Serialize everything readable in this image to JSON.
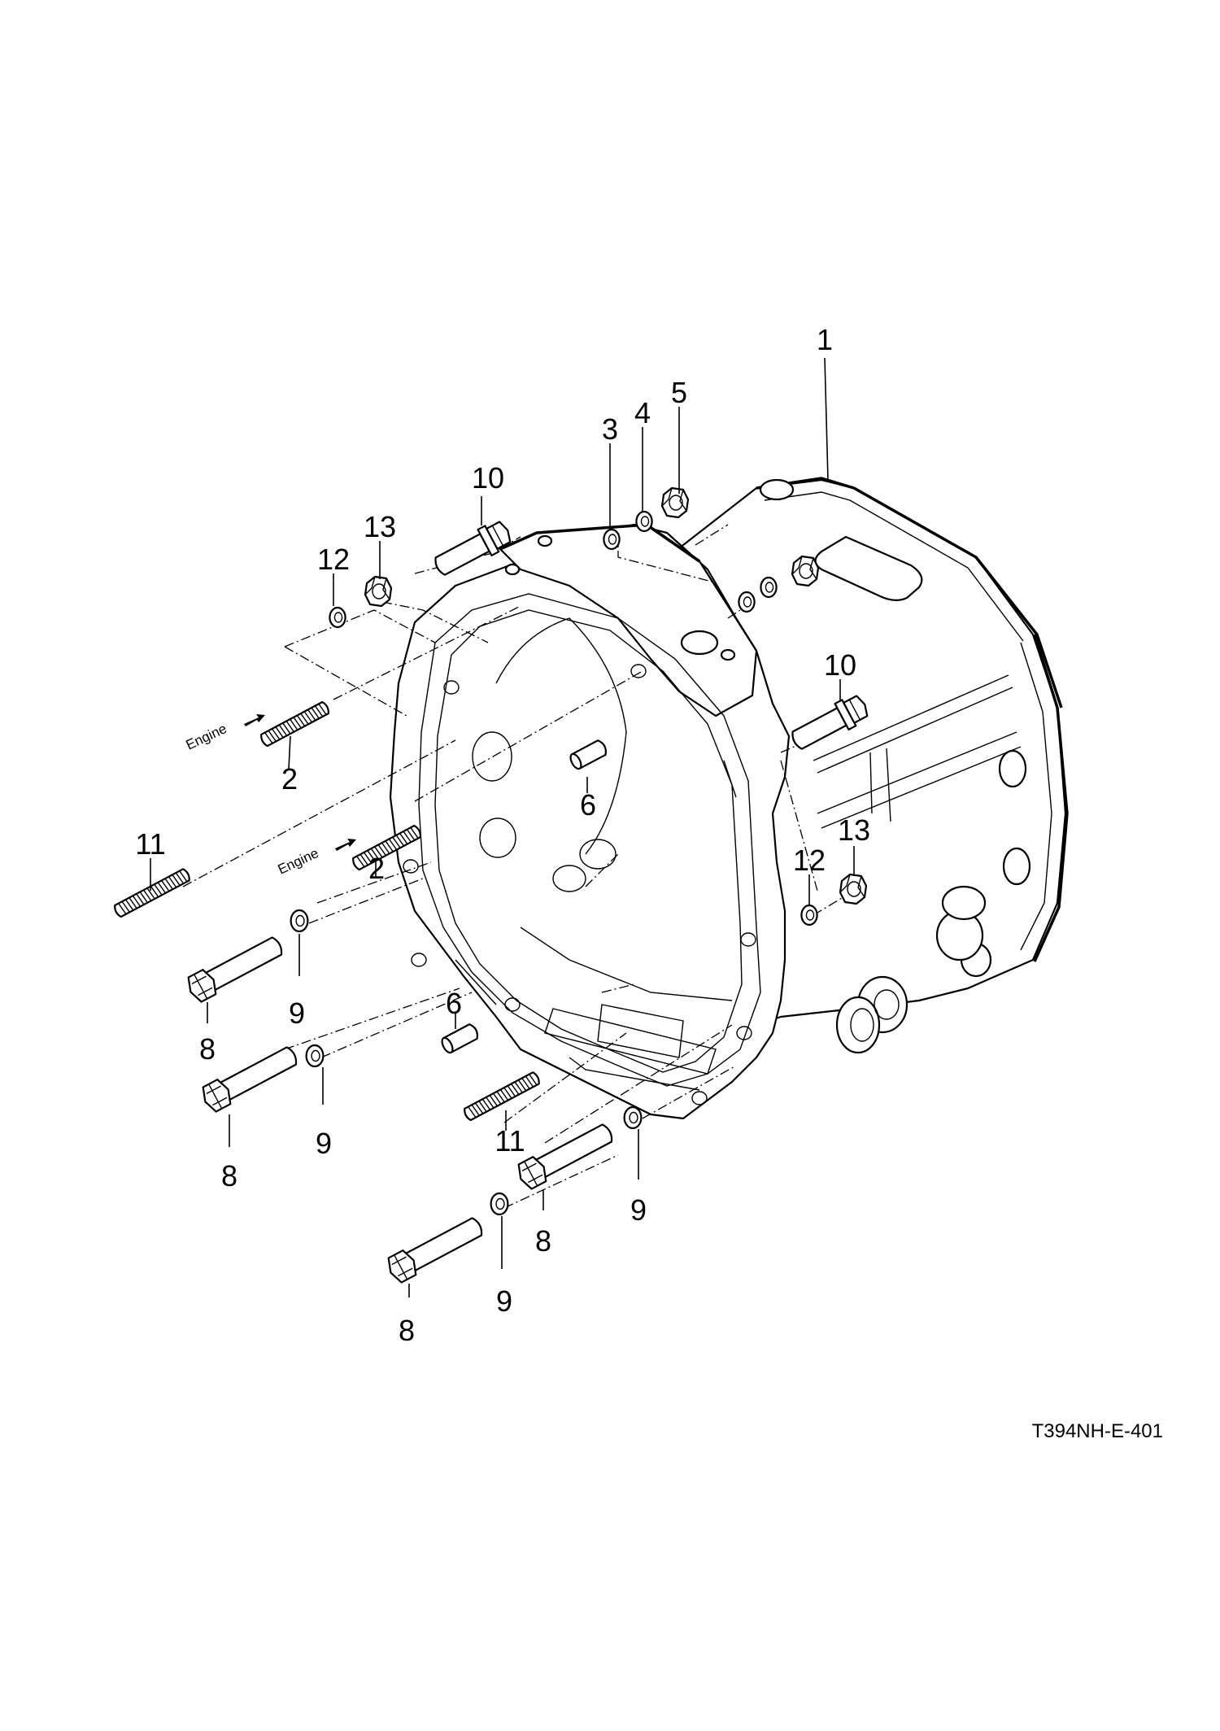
{
  "diagram": {
    "callouts": [
      {
        "id": "c1",
        "text": "1"
      },
      {
        "id": "c2a",
        "text": "2"
      },
      {
        "id": "c2b",
        "text": "2"
      },
      {
        "id": "c3",
        "text": "3"
      },
      {
        "id": "c4",
        "text": "4"
      },
      {
        "id": "c5",
        "text": "5"
      },
      {
        "id": "c6a",
        "text": "6"
      },
      {
        "id": "c6b",
        "text": "6"
      },
      {
        "id": "c8a",
        "text": "8"
      },
      {
        "id": "c8b",
        "text": "8"
      },
      {
        "id": "c8c",
        "text": "8"
      },
      {
        "id": "c8d",
        "text": "8"
      },
      {
        "id": "c9a",
        "text": "9"
      },
      {
        "id": "c9b",
        "text": "9"
      },
      {
        "id": "c9c",
        "text": "9"
      },
      {
        "id": "c9d",
        "text": "9"
      },
      {
        "id": "c10a",
        "text": "10"
      },
      {
        "id": "c10b",
        "text": "10"
      },
      {
        "id": "c11a",
        "text": "11"
      },
      {
        "id": "c11b",
        "text": "11"
      },
      {
        "id": "c12a",
        "text": "12"
      },
      {
        "id": "c12b",
        "text": "12"
      },
      {
        "id": "c13a",
        "text": "13"
      },
      {
        "id": "c13b",
        "text": "13"
      }
    ],
    "engine_labels": [
      {
        "id": "e1",
        "text": "Engine"
      },
      {
        "id": "e2",
        "text": "Engine"
      }
    ],
    "drawing_code": "T394NH-E-401"
  }
}
